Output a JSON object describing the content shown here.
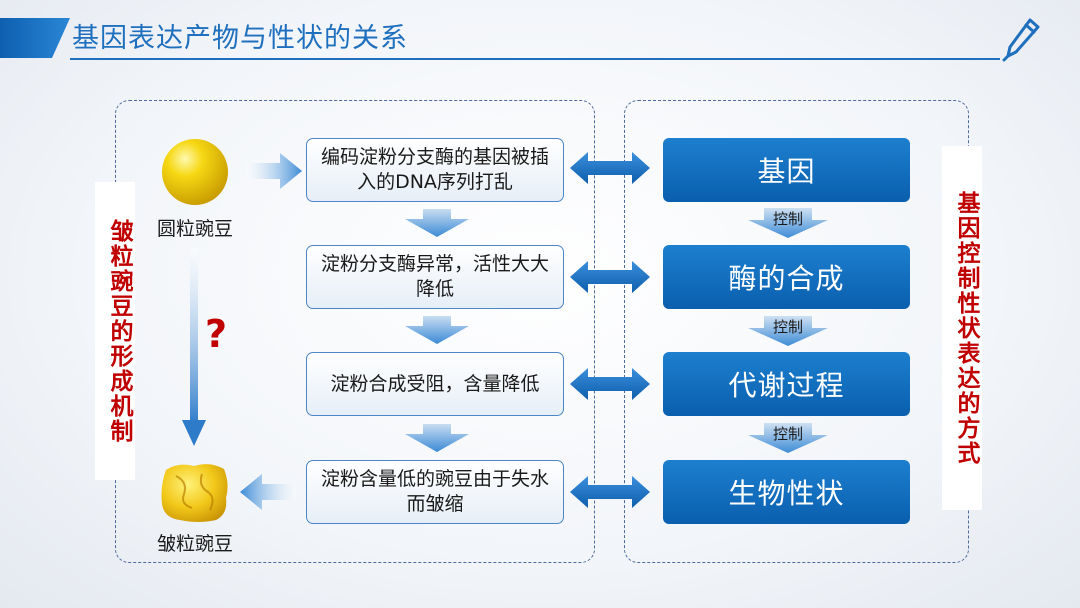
{
  "header": {
    "title": "基因表达产物与性状的关系"
  },
  "side_labels": {
    "left": "皱粒豌豆的形成机制",
    "right": "基因控制性状表达的方式"
  },
  "peas": {
    "round_label": "圆粒豌豆",
    "wrinkled_label": "皱粒豌豆",
    "question": "?"
  },
  "mechanism_steps": [
    "编码淀粉分支酶的基因被插入的DNA序列打乱",
    "淀粉分支酶异常，活性大大降低",
    "淀粉合成受阻，含量降低",
    "淀粉含量低的豌豆由于失水而皱缩"
  ],
  "expression_steps": [
    "基因",
    "酶的合成",
    "代谢过程",
    "生物性状"
  ],
  "control_label": "控制",
  "colors": {
    "accent": "#1f6fbf",
    "dark_box": "#0a5fae",
    "red_text": "#c00000"
  }
}
